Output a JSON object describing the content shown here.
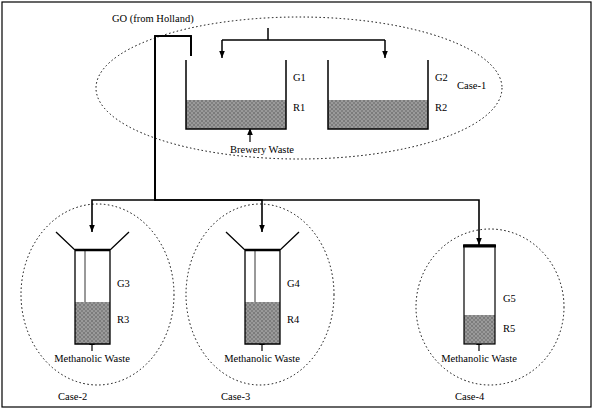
{
  "diagram": {
    "nodes": [
      {
        "text": [
          "Case-1"
        ]
      },
      {
        "text": [
          "G1",
          "R1"
        ],
        "in": 0
      },
      {
        "text": [
          "G2",
          "R2"
        ],
        "in": 0
      },
      {
        "text": [
          "Case-2"
        ]
      },
      {
        "text": [
          "G3",
          "R3"
        ],
        "in": 3
      },
      {
        "text": [
          "Case-3"
        ]
      },
      {
        "text": [
          "G4",
          "R4"
        ],
        "in": 5
      },
      {
        "text": [
          "Case-4"
        ]
      },
      {
        "text": [
          "G5",
          "R5"
        ],
        "in": 7
      }
    ],
    "edges": [
      {
        "from": 1,
        "to": 4,
        "arrow": "to"
      },
      {
        "from": 1,
        "to": 6,
        "arrow": "to"
      },
      {
        "from": 1,
        "to": 8,
        "arrow": "to"
      }
    ],
    "labels": [
      "GO (from Holland)",
      "Brewery Waste",
      "Methanolic Waste",
      "Methanolic Waste",
      "Methanolic Waste"
    ]
  }
}
